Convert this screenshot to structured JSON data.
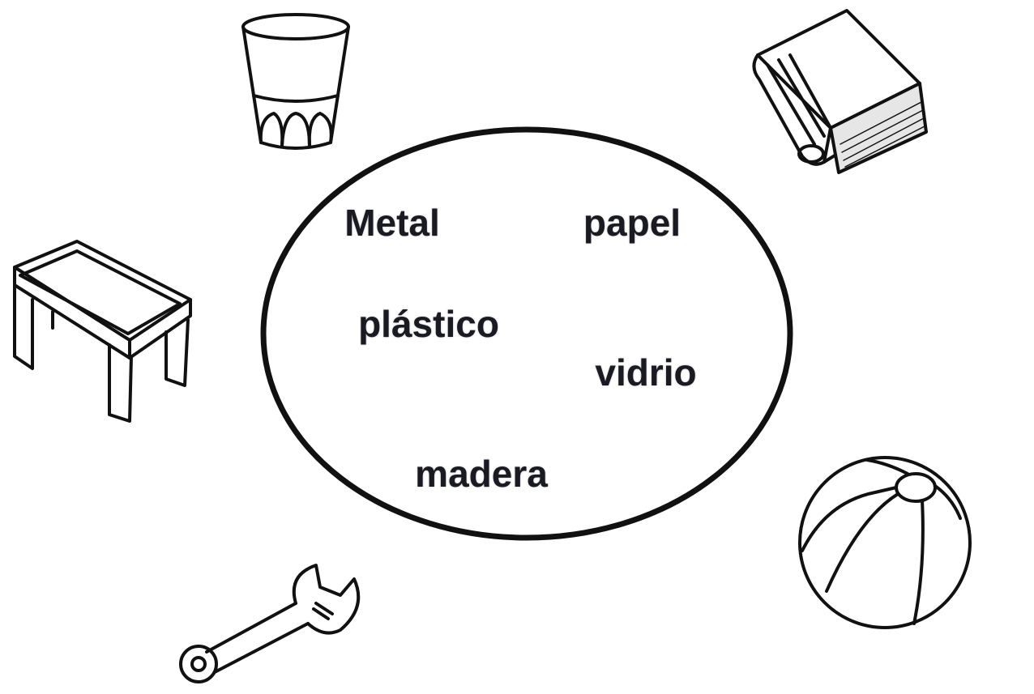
{
  "diagram": {
    "materials": [
      {
        "id": "metal",
        "label": "Metal"
      },
      {
        "id": "papel",
        "label": "papel"
      },
      {
        "id": "plastico",
        "label": "plástico"
      },
      {
        "id": "vidrio",
        "label": "vidrio"
      },
      {
        "id": "madera",
        "label": "madera"
      }
    ],
    "objects": [
      {
        "id": "glass",
        "icon": "drinking-glass-icon"
      },
      {
        "id": "book",
        "icon": "book-icon"
      },
      {
        "id": "stool",
        "icon": "stool-icon"
      },
      {
        "id": "ball",
        "icon": "beach-ball-icon"
      },
      {
        "id": "wrench",
        "icon": "wrench-icon"
      }
    ],
    "colors": {
      "ink": "#111111",
      "label": "#1a1a22",
      "background": "#ffffff"
    }
  }
}
